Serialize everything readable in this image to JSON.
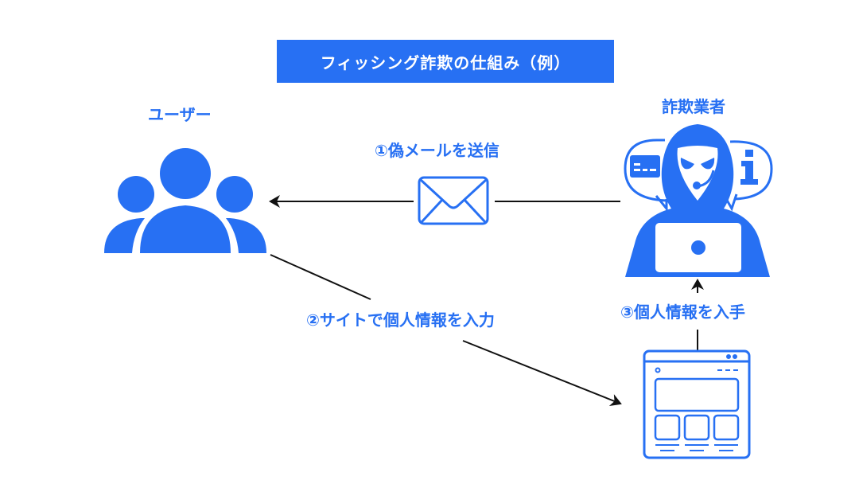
{
  "title": "フィッシング詐欺の仕組み（例）",
  "colors": {
    "accent": "#2770f3",
    "line": "#111111",
    "background": "#ffffff"
  },
  "actors": {
    "user": {
      "label": "ユーザー",
      "icon": "users-group-icon"
    },
    "scammer": {
      "label": "詐欺業者",
      "icon": "hooded-hacker-laptop-icon"
    },
    "site": {
      "icon": "fake-website-icon"
    }
  },
  "steps": [
    {
      "label": "①偽メールを送信",
      "from": "詐欺業者",
      "to": "ユーザー",
      "icon": "envelope-icon"
    },
    {
      "label": "②サイトで個人情報を入力",
      "from": "ユーザー",
      "to": "サイト"
    },
    {
      "label": "③個人情報を入手",
      "from": "サイト",
      "to": "詐欺業者"
    }
  ]
}
